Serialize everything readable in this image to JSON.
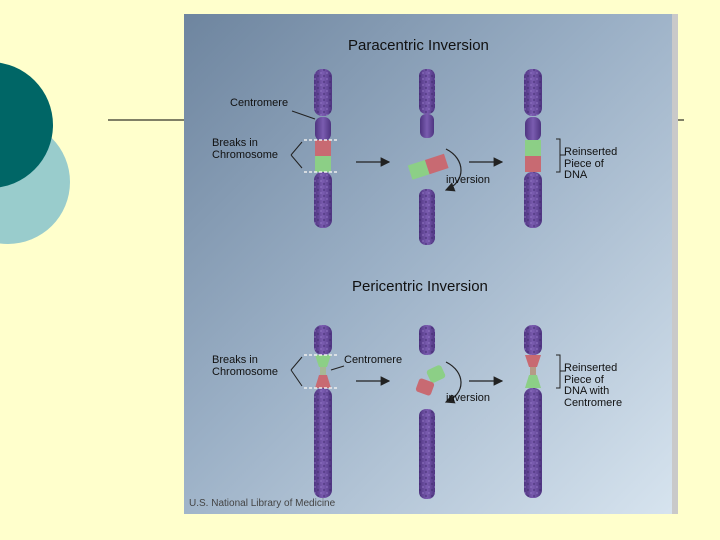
{
  "slide": {
    "background_color": "#ffffcc",
    "accent_dark": "#006666",
    "accent_light": "#99cccc"
  },
  "figure": {
    "credit": "U.S. National Library of Medicine",
    "paracentric": {
      "title": "Paracentric Inversion",
      "centromere_label": "Centromere",
      "breaks_label": "Breaks in\nChromosome",
      "inversion_label": "inversion",
      "reinserted_label": "Reinserted\nPiece of\nDNA"
    },
    "pericentric": {
      "title": "Pericentric Inversion",
      "breaks_label": "Breaks in\nChromosome",
      "centromere_label": "Centromere",
      "inversion_label": "inversion",
      "reinserted_label": "Reinserted\nPiece of\nDNA with\nCentromere"
    },
    "colors": {
      "chromosome": "#6a4c9c",
      "segment_red": "#c86a72",
      "segment_green": "#8ccf86"
    }
  }
}
